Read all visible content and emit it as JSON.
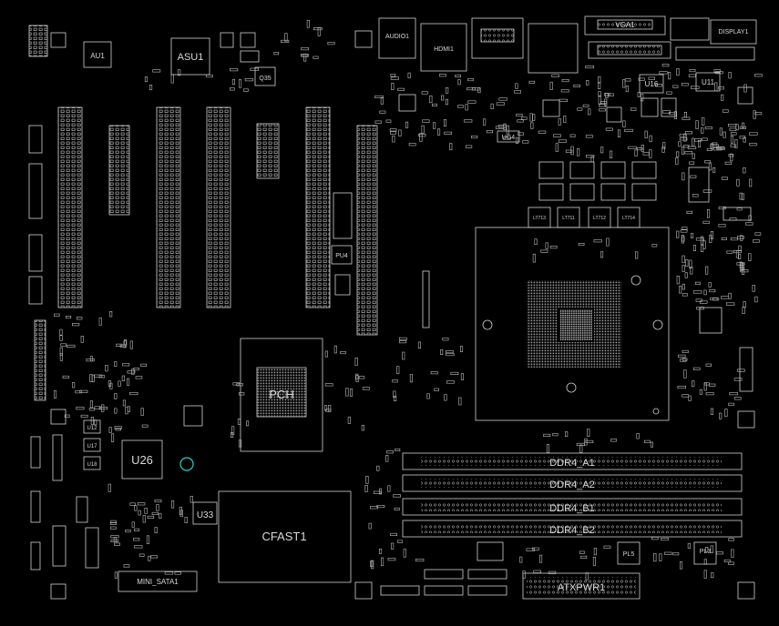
{
  "board": {
    "background": "#000000",
    "stroke_color": "#d0d0d0",
    "accent_color": "#2ad0c8",
    "labels": {
      "au1": "AU1",
      "asu1": "ASU1",
      "q35": "Q35",
      "audio1": "AUDIO1",
      "hdmi1": "HDMI1",
      "vga1": "VGA1",
      "display1": "DISPLAY1",
      "u16": "U16",
      "u11": "U11",
      "ug4": "UG4",
      "pu4": "PU4",
      "pch": "PCH",
      "u12": "U12",
      "u17": "U17",
      "u18": "U18",
      "u26": "U26",
      "u33": "U33",
      "cfast1": "CFAST1",
      "mini_sata1": "MINI_SATA1",
      "atxpwr1": "ATXPWR1",
      "pl5": "PL5",
      "pl3": "PL3",
      "lt713": "LT713",
      "lt711": "LT711",
      "lt712": "LT712",
      "lt714": "LT714",
      "ddr4_a1": "DDR4_A1",
      "ddr4_a2": "DDR4_A2",
      "ddr4_b1": "DDR4_B1",
      "ddr4_b2": "DDR4_B2"
    }
  }
}
